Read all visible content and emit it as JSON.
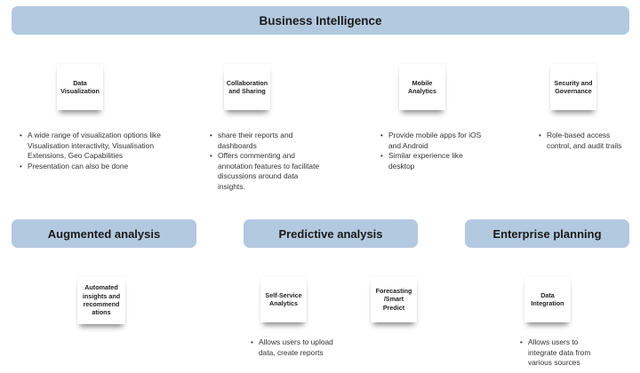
{
  "title": "Business Intelligence",
  "top_features": [
    {
      "label": "Data\nVisualization",
      "bullets": [
        "A wide range of visualization options like Visualisation  interactivity, Visualisation Extensions, Geo Capabilities",
        "Presentation can also be done"
      ]
    },
    {
      "label": "Collaboration\nand Sharing",
      "bullets": [
        "share their reports and dashboards",
        "Offers commenting and annotation features to facilitate discussions around data insights."
      ]
    },
    {
      "label": "Mobile\nAnalytics",
      "bullets": [
        "Provide mobile apps for iOS and Android",
        "Similar experience like desktop"
      ]
    },
    {
      "label": "Security and\nGovernance",
      "bullets": [
        "Role-based access control, and audit trails"
      ]
    }
  ],
  "sections": [
    {
      "title": "Augmented analysis",
      "features": [
        {
          "label": "Automated\ninsights and\nrecommend\nations",
          "bullets": []
        }
      ]
    },
    {
      "title": "Predictive analysis",
      "features": [
        {
          "label": "Self-Service\nAnalytics",
          "bullets": [
            "Allows users to upload data, create reports"
          ]
        },
        {
          "label": "Forecasting\n/Smart\nPredict",
          "bullets": []
        }
      ]
    },
    {
      "title": "Enterprise planning",
      "features": [
        {
          "label": "Data\nIntegration",
          "bullets": [
            "Allows users to integrate data from various sources"
          ]
        }
      ]
    }
  ]
}
